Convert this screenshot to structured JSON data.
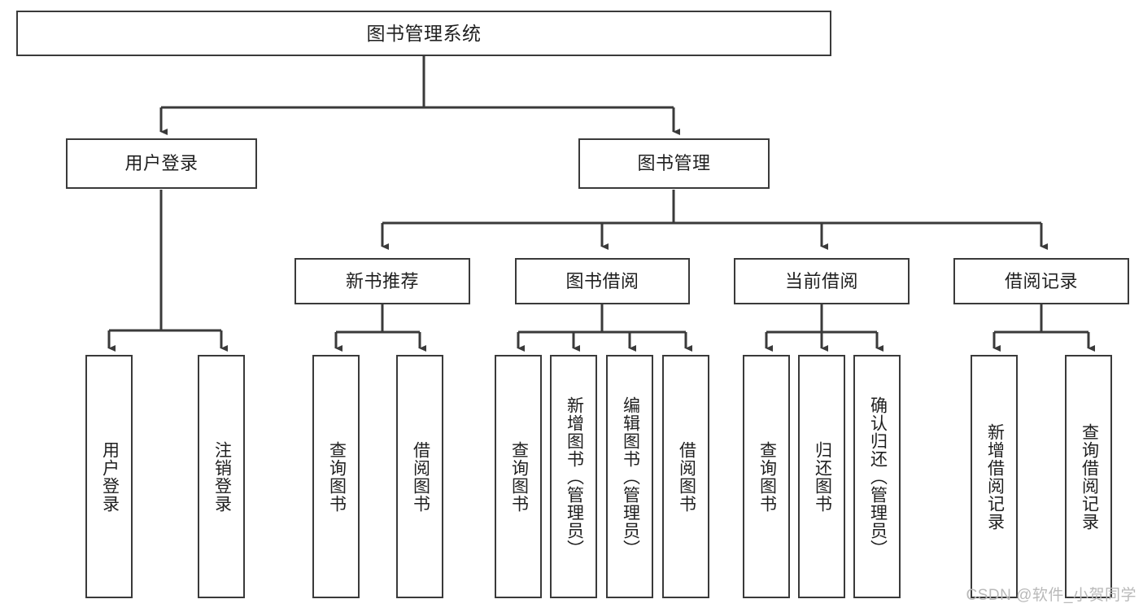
{
  "diagram": {
    "type": "tree-hierarchy",
    "title": "图书管理系统",
    "watermark": "CSDN @软件_小贺同学",
    "colors": {
      "stroke": "#3a3a3a",
      "box_fill": "#ffffff",
      "text": "#1f1f1f",
      "background": "#ffffff",
      "watermark": "#b9b9b9"
    },
    "nodes": {
      "root": {
        "label": "图书管理系统"
      },
      "level2": [
        {
          "label": "用户登录"
        },
        {
          "label": "图书管理"
        }
      ],
      "level3": [
        {
          "label": "新书推荐"
        },
        {
          "label": "图书借阅"
        },
        {
          "label": "当前借阅"
        },
        {
          "label": "借阅记录"
        }
      ],
      "leaves": {
        "user_login": [
          {
            "label": "用户登录"
          },
          {
            "label": "注销登录"
          }
        ],
        "new_book_recommend": [
          {
            "label": "查询图书"
          },
          {
            "label": "借阅图书"
          }
        ],
        "book_borrow": [
          {
            "label": "查询图书"
          },
          {
            "label": "新增图书（管理员）"
          },
          {
            "label": "编辑图书（管理员）"
          },
          {
            "label": "借阅图书"
          }
        ],
        "current_borrow": [
          {
            "label": "查询图书"
          },
          {
            "label": "归还图书"
          },
          {
            "label": "确认归还（管理员）"
          }
        ],
        "borrow_record": [
          {
            "label": "新增借阅记录"
          },
          {
            "label": "查询借阅记录"
          }
        ]
      }
    }
  }
}
